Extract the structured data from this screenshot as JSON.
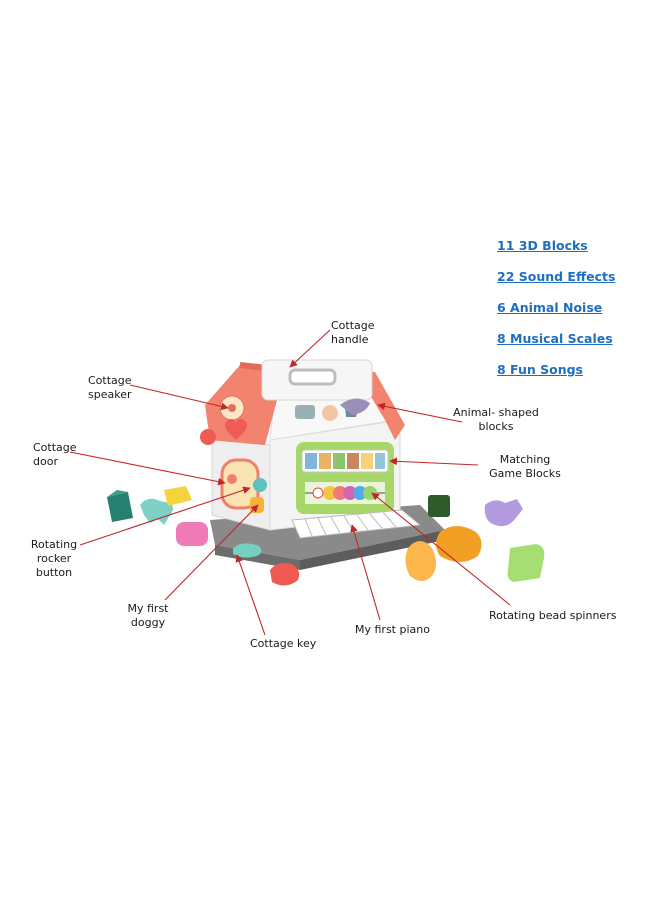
{
  "features": [
    "11 3D Blocks",
    "22 Sound Effects",
    "6 Animal Noise",
    "8 Musical Scales",
    "8 Fun Songs"
  ],
  "callouts": {
    "handle": "Cottage\nhandle",
    "speaker": "Cottage\nspeaker",
    "door": "Cottage\ndoor",
    "rocker": "Rotating\nrocker\nbutton",
    "doggy": "My first\ndoggy",
    "key": "Cottage key",
    "piano": "My first piano",
    "spinners": "Rotating bead spinners",
    "matching": "Matching\nGame Blocks",
    "animal_blocks": "Animal- shaped\nblocks"
  },
  "colors": {
    "feature_text": "#1f6fc0",
    "arrow": "#c0262a",
    "roof": "#f0806e",
    "wall": "#f2f2f2",
    "panel": "#a6d66a",
    "base": "#7a7a7a"
  }
}
